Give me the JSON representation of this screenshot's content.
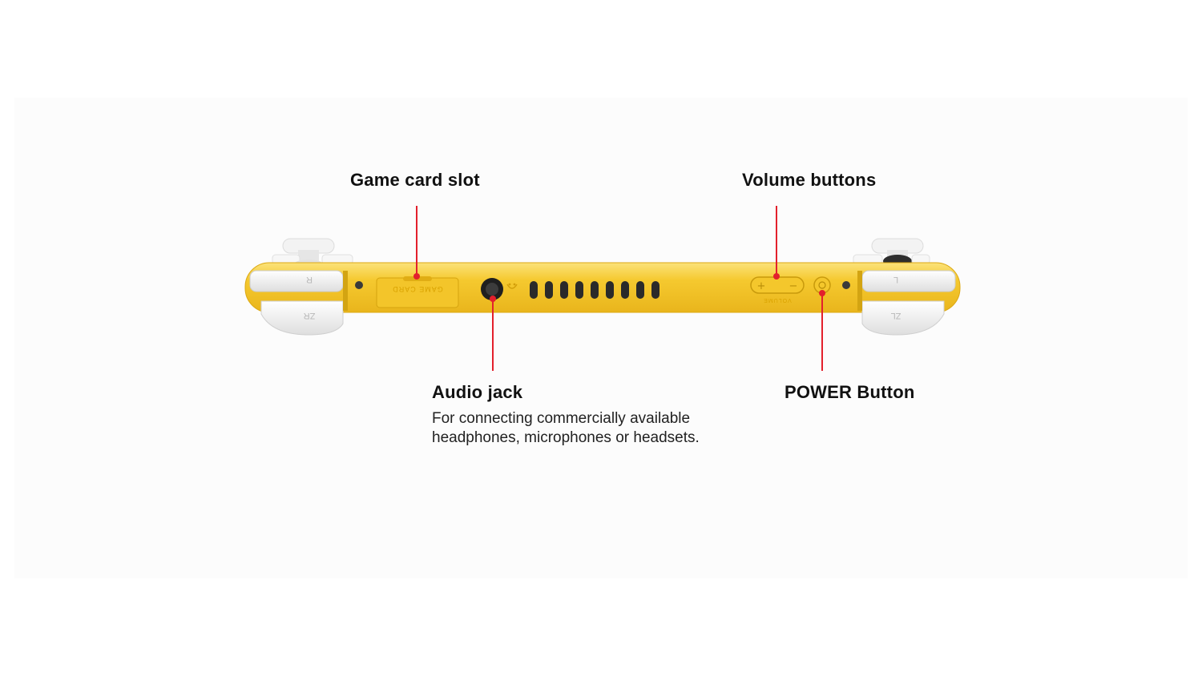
{
  "callouts": {
    "game_card_slot": {
      "title": "Game card slot"
    },
    "volume_buttons": {
      "title": "Volume buttons"
    },
    "audio_jack": {
      "title": "Audio jack",
      "description_line1": "For connecting commercially available",
      "description_line2": "headphones, microphones or headsets."
    },
    "power_button": {
      "title": "POWER Button"
    }
  },
  "device": {
    "game_card_engraving": "GAME CARD",
    "volume_engraving": "VOLUME",
    "volume_plus": "+",
    "volume_minus": "−",
    "button_r": "R",
    "button_zr": "ZR",
    "button_l": "L",
    "button_zl": "ZL",
    "body_color": "#f2c230",
    "accent_color": "#e3202c"
  }
}
